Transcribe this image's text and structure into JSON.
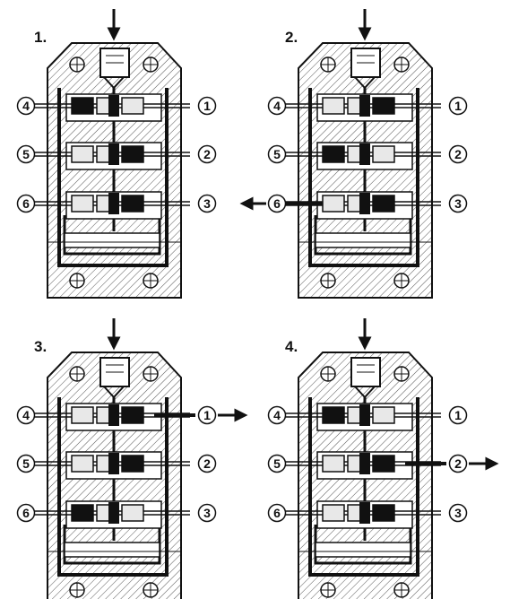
{
  "panels": [
    {
      "step": "1.",
      "left_ports": [
        "4",
        "5",
        "6"
      ],
      "right_ports": [
        "1",
        "2",
        "3"
      ],
      "output": "none",
      "spool_states": [
        "open",
        "closed",
        "closed"
      ]
    },
    {
      "step": "2.",
      "left_ports": [
        "4",
        "5",
        "6"
      ],
      "right_ports": [
        "1",
        "2",
        "3"
      ],
      "output": "6",
      "output_side": "left",
      "spool_states": [
        "closed",
        "open",
        "closed"
      ]
    },
    {
      "step": "3.",
      "left_ports": [
        "4",
        "5",
        "6"
      ],
      "right_ports": [
        "1",
        "2",
        "3"
      ],
      "output": "1",
      "output_side": "right",
      "spool_states": [
        "closed",
        "closed",
        "open"
      ]
    },
    {
      "step": "4.",
      "left_ports": [
        "4",
        "5",
        "6"
      ],
      "right_ports": [
        "1",
        "2",
        "3"
      ],
      "output": "2",
      "output_side": "right",
      "spool_states": [
        "open",
        "closed",
        "closed"
      ]
    }
  ],
  "colors": {
    "line": "#111111",
    "hatch": "#555555",
    "body_fill": "#ffffff",
    "passage": "#111111",
    "spool_fill": "#e8e8e8"
  },
  "icons": {
    "input_arrow": "arrow-down-icon",
    "output_arrow": "arrow-side-icon",
    "mount_hole": "crosshair-circle-icon"
  }
}
